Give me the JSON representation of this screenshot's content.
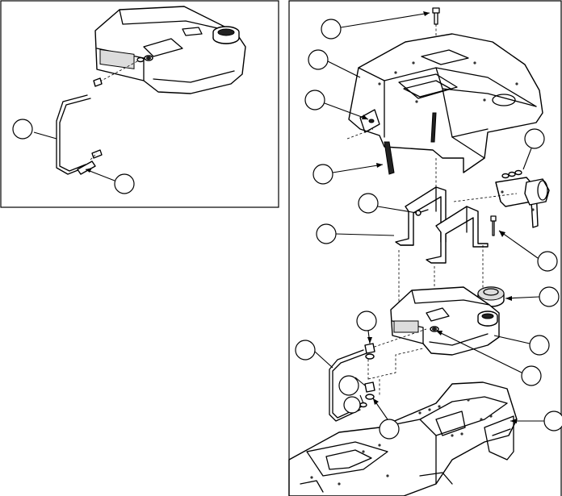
{
  "diagram": {
    "callouts_detail": [
      {
        "id": "d1",
        "label": ""
      },
      {
        "id": "d2",
        "label": ""
      }
    ],
    "callouts_main": [
      {
        "id": "m1",
        "label": ""
      },
      {
        "id": "m2",
        "label": ""
      },
      {
        "id": "m3",
        "label": ""
      },
      {
        "id": "m4",
        "label": ""
      },
      {
        "id": "m5",
        "label": ""
      },
      {
        "id": "m6",
        "label": ""
      },
      {
        "id": "m7",
        "label": ""
      },
      {
        "id": "m8",
        "label": ""
      },
      {
        "id": "m9",
        "label": ""
      },
      {
        "id": "m10",
        "label": ""
      },
      {
        "id": "m11",
        "label": ""
      },
      {
        "id": "m12",
        "label": ""
      },
      {
        "id": "m13",
        "label": ""
      },
      {
        "id": "m14",
        "label": ""
      },
      {
        "id": "m15",
        "label": ""
      },
      {
        "id": "m16",
        "label": ""
      },
      {
        "id": "m17",
        "label": ""
      }
    ],
    "colors": {
      "line": "#000000",
      "background": "#ffffff",
      "shade": "#dcdcdc"
    }
  }
}
